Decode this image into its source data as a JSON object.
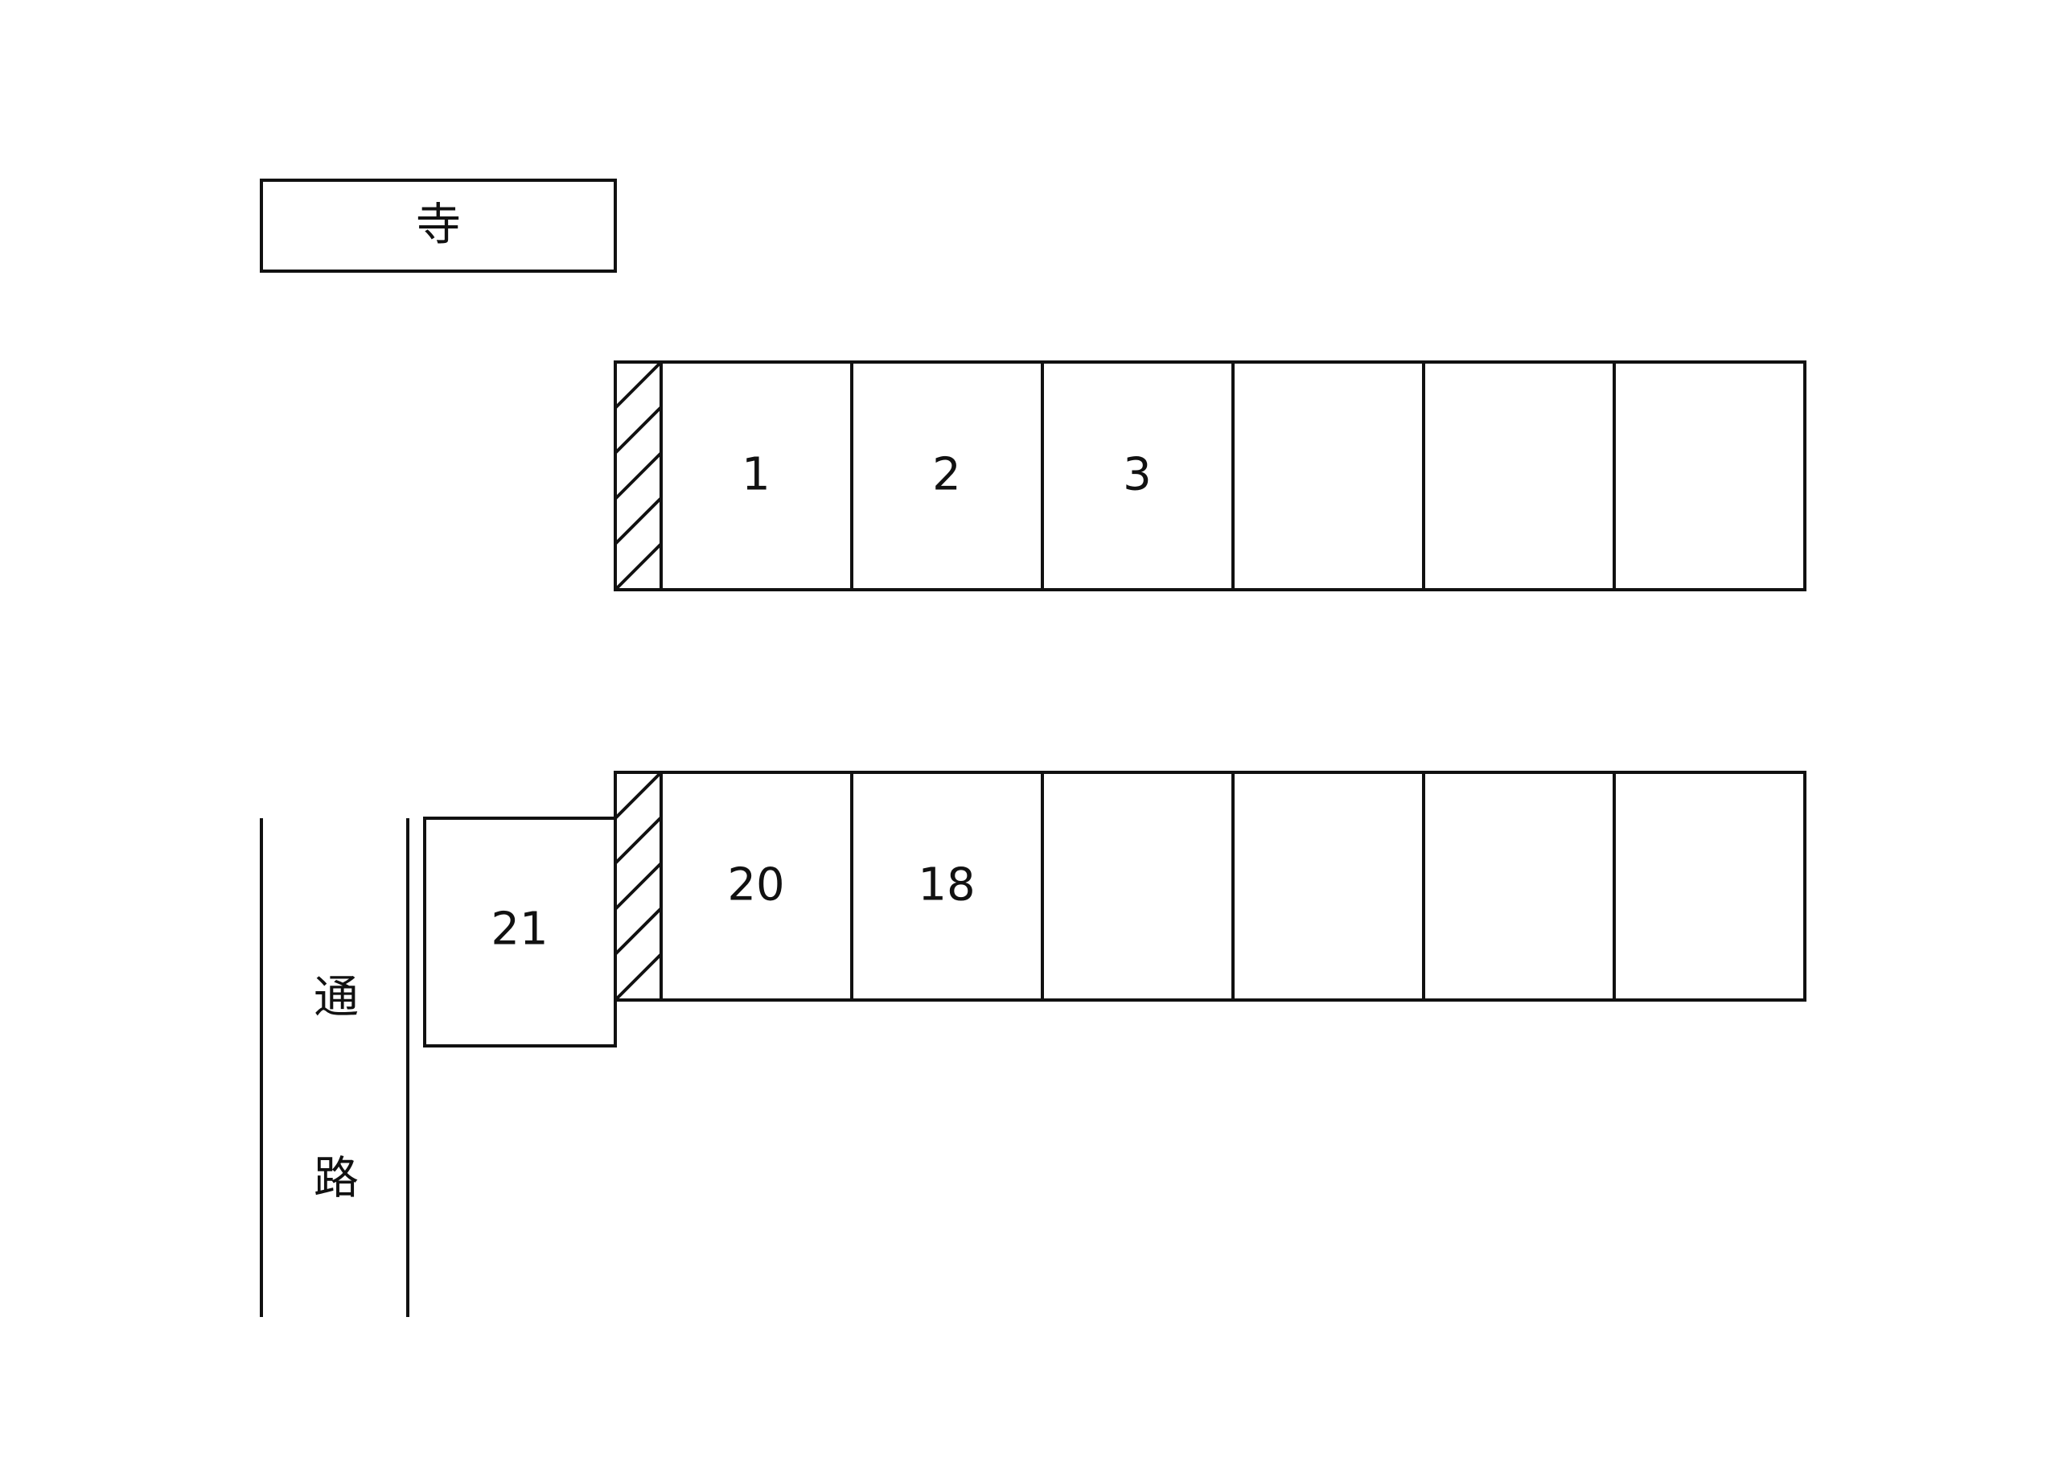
{
  "temple_label": "寺",
  "aisle_labels": [
    "通",
    "路"
  ],
  "top_row_slots": [
    "1",
    "2",
    "3",
    "",
    "",
    ""
  ],
  "bottom_row_slots": [
    "20",
    "18",
    "",
    "",
    "",
    ""
  ],
  "corner_slot": "21",
  "colors": {
    "line": "#111111",
    "background": "#ffffff"
  }
}
